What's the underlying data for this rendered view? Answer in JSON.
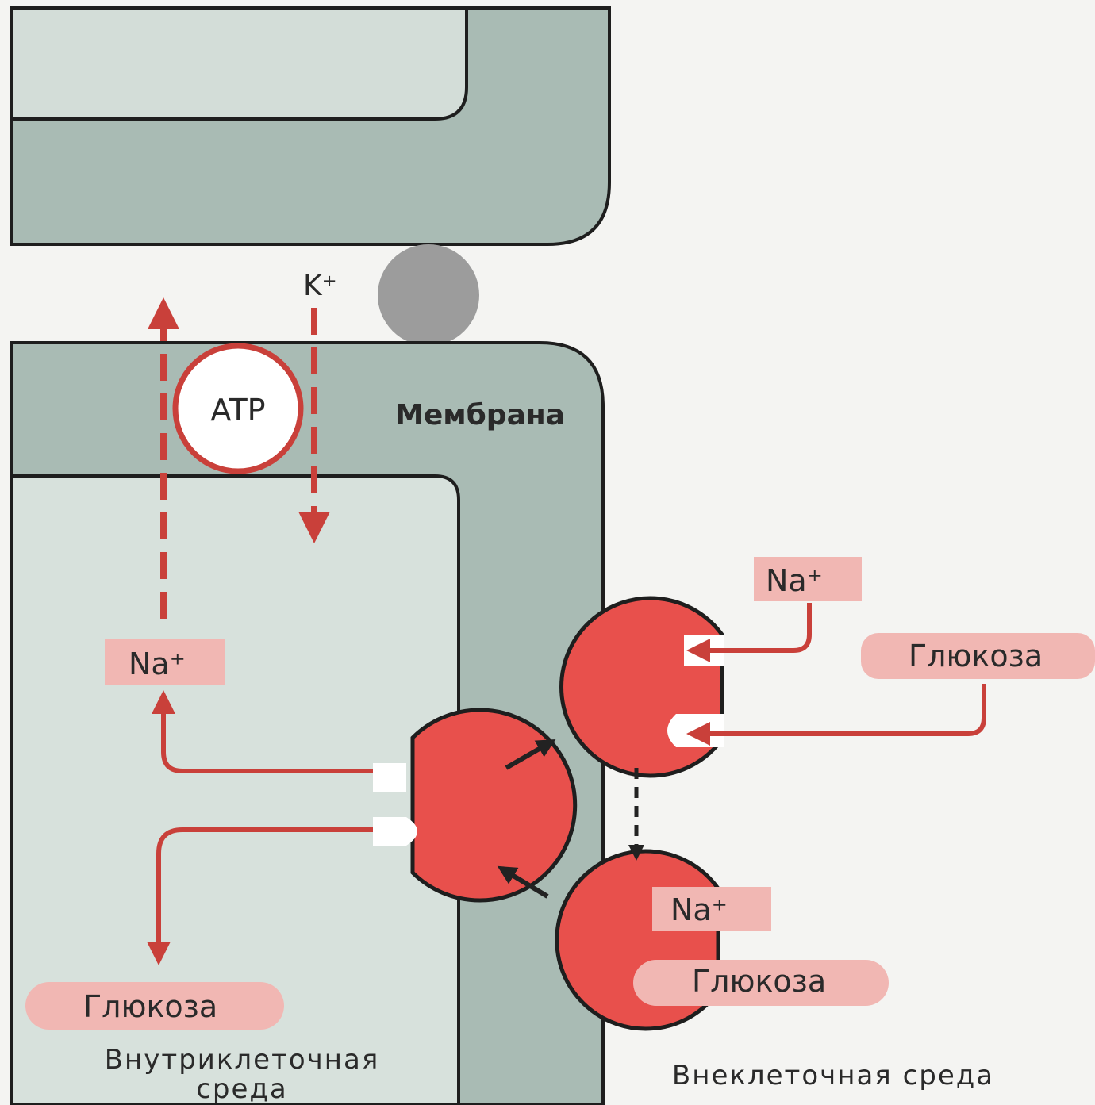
{
  "labels": {
    "potassium": "K⁺",
    "atp": "ATP",
    "membrane": "Мембрана",
    "sodium_inside": "Na⁺",
    "sodium_outside": "Na⁺",
    "glucose_outside": "Глюкоза",
    "sodium_bound": "Na⁺",
    "glucose_bound": "Глюкоза",
    "glucose_inside": "Глюкоза",
    "intracellular_line1": "Внутриклеточная",
    "intracellular_line2": "среда",
    "extracellular": "Внеклеточная среда"
  },
  "colors": {
    "membrane": "#a9bbb4",
    "cell_interior": "#d7e1dc",
    "extracellular": "#f4f4f2",
    "carrier": "#e8504c",
    "arrow_red": "#c9403a",
    "label_box": "#f1b7b3",
    "arrow_dark": "#222222"
  }
}
